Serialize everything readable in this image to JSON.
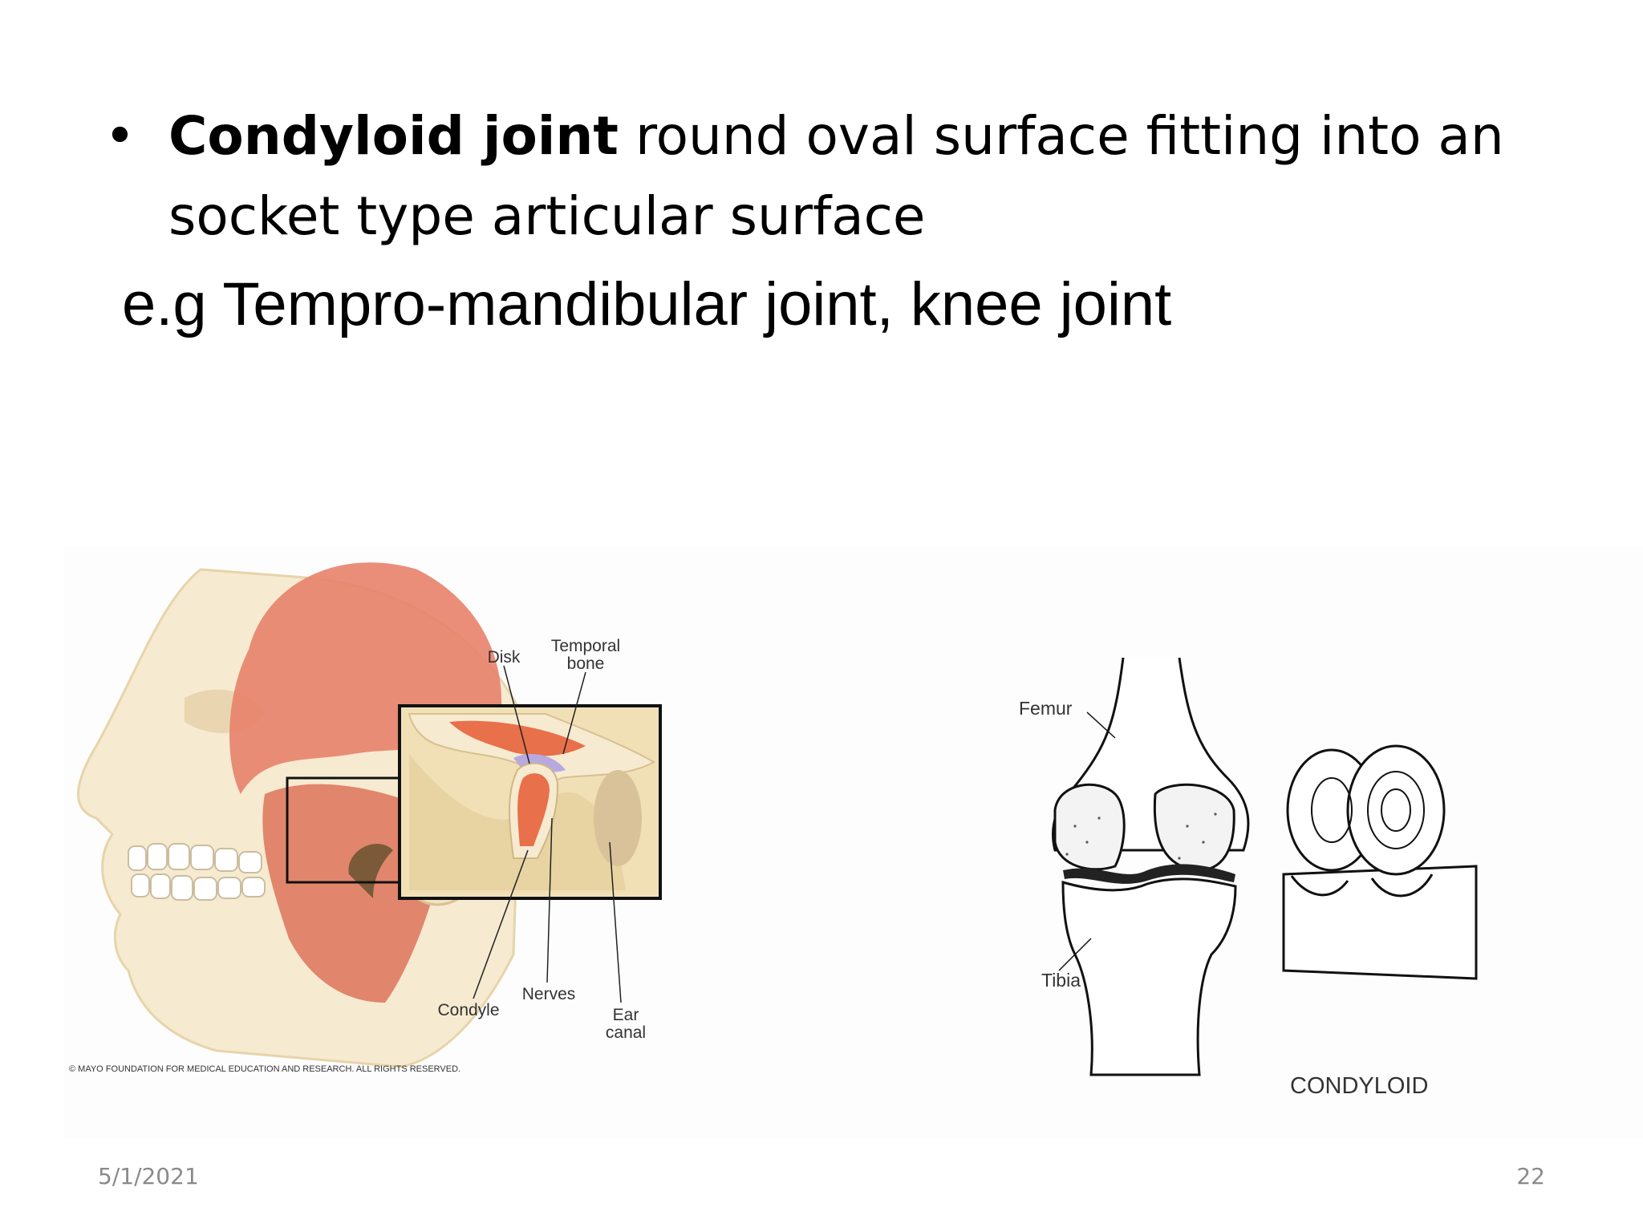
{
  "slide": {
    "bullet_bold": "Condyloid joint",
    "bullet_rest": " round oval surface fitting into an socket type articular surface",
    "example": "e.g Tempro-mandibular joint, knee joint",
    "footer_date": "5/1/2021",
    "footer_page": "22"
  },
  "tmj_figure": {
    "labels": {
      "disk": "Disk",
      "temporal_bone_line1": "Temporal",
      "temporal_bone_line2": "bone",
      "condyle": "Condyle",
      "nerves": "Nerves",
      "ear_canal_line1": "Ear",
      "ear_canal_line2": "canal"
    },
    "copyright": "© MAYO FOUNDATION FOR MEDICAL EDUCATION AND RESEARCH. ALL RIGHTS RESERVED."
  },
  "knee_figure": {
    "labels": {
      "femur": "Femur",
      "tibia": "Tibia"
    },
    "caption": "CONDYLOID"
  },
  "colors": {
    "muscle": "#e8826a",
    "bone": "#f3e6c4",
    "marrow": "#e8704a",
    "disk": "#b8a8e0"
  }
}
